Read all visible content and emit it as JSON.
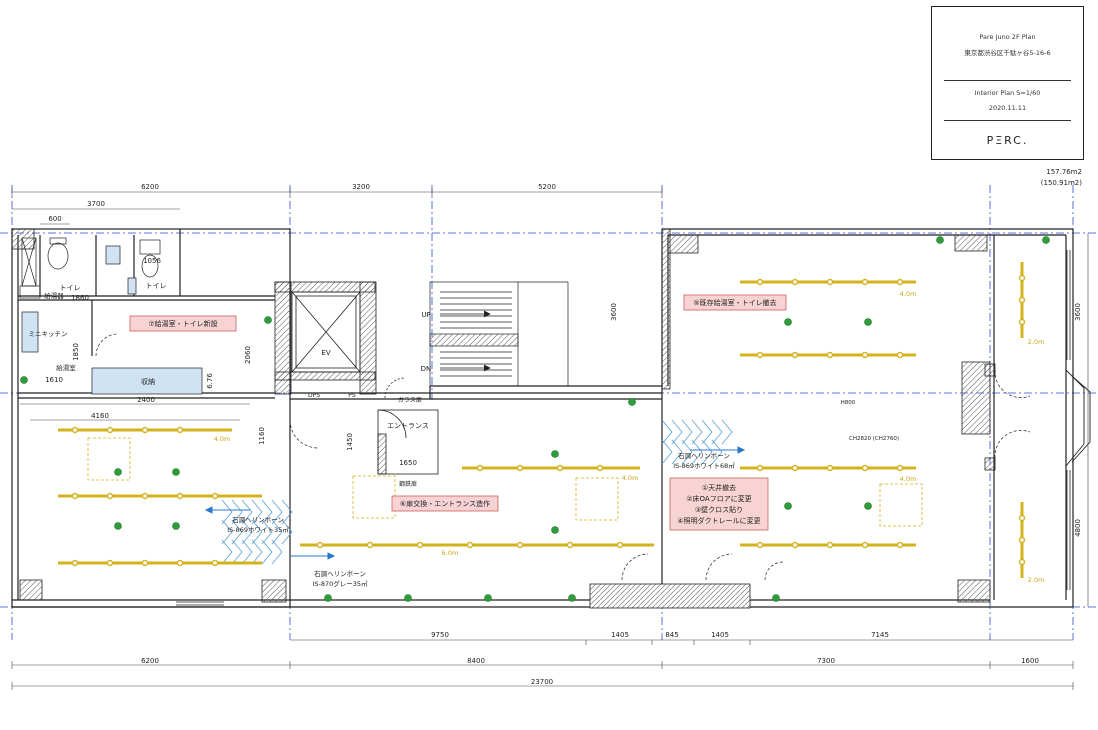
{
  "title_block": {
    "project": "Pare Juno 2F Plan",
    "address": "東京都渋谷区千駄ヶ谷5-16-6",
    "drawing": "Interior Plan  S=1/60",
    "date": "2020.11.11",
    "logo": "PΞRC."
  },
  "area": {
    "total": "157.76m2",
    "net": "(150.91m2)"
  },
  "dimensions": {
    "top": [
      "6200",
      "3200",
      "5200"
    ],
    "top_sub": [
      "3700",
      "600"
    ],
    "bottom_row1": [
      "9750",
      "1405",
      "845",
      "1405",
      "7145"
    ],
    "bottom_row2": [
      "6200",
      "8400",
      "7300",
      "1600"
    ],
    "total": "23700",
    "right": [
      "3600",
      "3600",
      "4800"
    ],
    "interior": [
      "1860",
      "1056",
      "1850",
      "1610",
      "2400",
      "2060",
      "4160",
      "1160",
      "1450",
      "1650",
      "6.76",
      "3600"
    ]
  },
  "rooms": {
    "toilet1": "トイレ",
    "toilet2": "トイレ",
    "pantry": "給湯器",
    "mini_kitchen": "ミニキッチン",
    "kitchen_room": "給湯室",
    "storage": "収納",
    "ev": "EV",
    "up": "UP",
    "dn": "DN",
    "ps": "PS",
    "dps": "DPS",
    "glass": "ガラス扉",
    "entrance": "エントランス",
    "door_label": "鋼鉄扉",
    "ceiling_h": "CH2820 (CH2760)",
    "h800": "H800"
  },
  "notes": {
    "note7": "⑦給湯室・トイレ新設",
    "note5": "⑤既存給湯室・トイレ撤去",
    "note6": "⑥扉交換・エントランス造作",
    "note_main": [
      "①天井撤去",
      "②床OAフロアに変更",
      "③壁クロス貼り",
      "④照明ダクトレールに変更"
    ]
  },
  "flooring": {
    "left": [
      "石調ヘリンボーン",
      "IS-869ホワイト35㎡"
    ],
    "center": [
      "石調ヘリンボーン",
      "IS-870グレー35㎡"
    ],
    "right": [
      "石調ヘリンボーン",
      "IS-869ホワイト68㎡"
    ]
  },
  "rail_labels": {
    "r1": "4.0m",
    "r2": "4.0m",
    "r3": "4.0m",
    "r4": "4.0m",
    "r5": "6.0m",
    "r6": "2.0m",
    "r7": "2.0m"
  },
  "colors": {
    "wall": "#222222",
    "grid": "#2a4fd0",
    "rail": "#d4b21c",
    "plant": "#2f9e3a",
    "note_fill": "#f7d3d3",
    "note_stroke": "#d06060",
    "water": "#cfe3f5"
  }
}
